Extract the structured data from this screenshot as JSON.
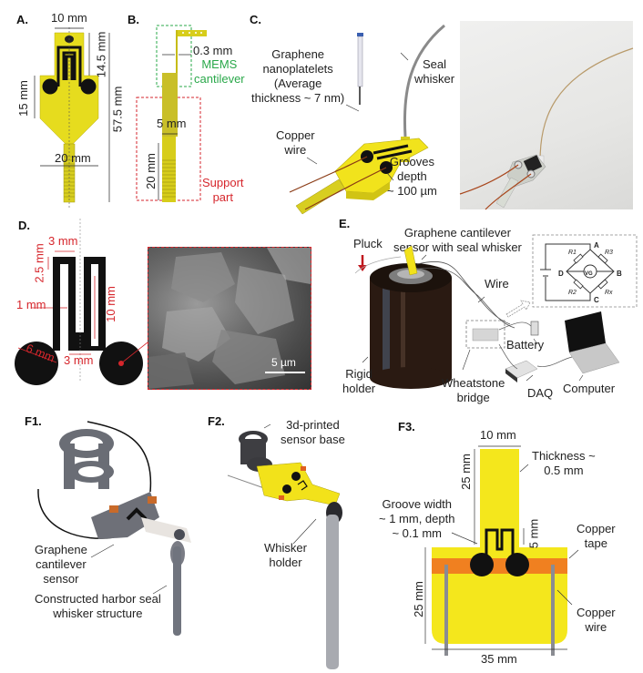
{
  "panels": {
    "A": {
      "label": "A.",
      "dims": {
        "top_width": "10 mm",
        "upper_height": "14.5 mm",
        "total_height": "57.5 mm",
        "mid_height": "15 mm",
        "base_width": "20 mm"
      }
    },
    "B": {
      "label": "B.",
      "dims": {
        "thickness": "0.3 mm",
        "width": "5 mm",
        "length": "20 mm"
      },
      "mems_label": [
        "MEMS",
        "cantilever"
      ],
      "support_label": [
        "Support",
        "part"
      ]
    },
    "C": {
      "label": "C.",
      "graphene_label": [
        "Graphene",
        "nanoplatelets",
        "(Average",
        "thickness ~ 7 nm)"
      ],
      "whisker_label": [
        "Seal",
        "whisker"
      ],
      "copper_label": [
        "Copper",
        "wire"
      ],
      "grooves_label": [
        "Grooves",
        "depth",
        "~ 100 µm"
      ]
    },
    "D": {
      "label": "D.",
      "dims": {
        "top_gap": "3 mm",
        "top_height": "2.5 mm",
        "trace_width": "1 mm",
        "length": "10 mm",
        "bottom_gap": "3 mm",
        "pad_diameter": "6 mm"
      },
      "scale_bar": "5 µm"
    },
    "E": {
      "label": "E.",
      "pluck": "Pluck",
      "sensor_label": [
        "Graphene cantilever",
        "sensor with seal whisker"
      ],
      "wire": "Wire",
      "battery": "Battery",
      "rigid_holder": [
        "Rigid",
        "holder"
      ],
      "wheatstone": [
        "Wheatstone",
        "bridge"
      ],
      "daq": "DAQ",
      "computer": "Computer",
      "circuit": {
        "nodes": [
          "A",
          "B",
          "C",
          "D"
        ],
        "resistors": [
          "R1",
          "R3",
          "R2",
          "Rx"
        ],
        "meter": "VG"
      }
    },
    "F1": {
      "label": "F1.",
      "sensor_label": [
        "Graphene",
        "cantilever",
        "sensor"
      ],
      "structure_label": [
        "Constructed harbor seal",
        "whisker structure"
      ]
    },
    "F2": {
      "label": "F2.",
      "base_label": [
        "3d-printed",
        "sensor base"
      ],
      "holder_label": [
        "Whisker",
        "holder"
      ]
    },
    "F3": {
      "label": "F3.",
      "dims": {
        "top_width": "10 mm",
        "top_length": "25 mm",
        "groove_len": "5 mm",
        "base_height": "25 mm",
        "base_width": "35 mm"
      },
      "thickness_label": [
        "Thickness ~",
        "0.5 mm"
      ],
      "groove_label": [
        "Groove width",
        "~ 1 mm, depth",
        "~ 0.1 mm"
      ],
      "tape_label": [
        "Copper",
        "tape"
      ],
      "wire_label": [
        "Copper",
        "wire"
      ]
    }
  },
  "colors": {
    "yellow": "#f2e21a",
    "dim_red": "#d6262c",
    "mems_green": "#2aa84a",
    "copper_orange": "#f08020",
    "trace_black": "#111111"
  }
}
